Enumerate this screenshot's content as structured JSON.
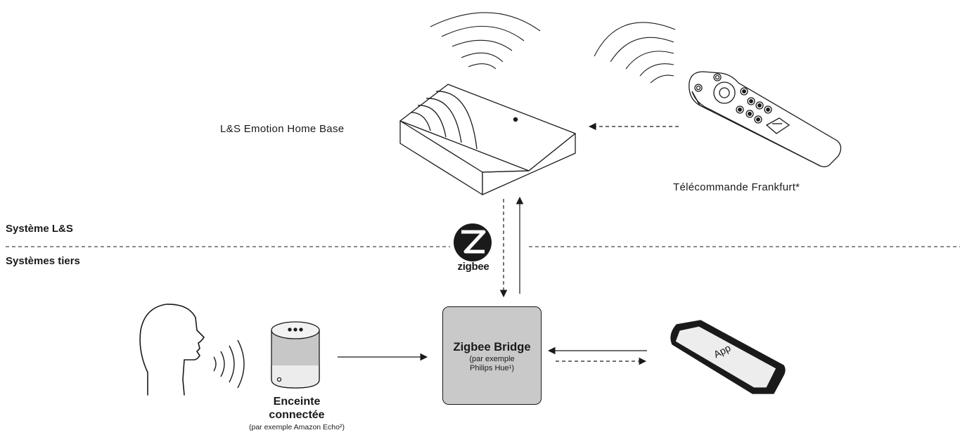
{
  "base": {
    "label": "L&S Emotion Home Base",
    "icon": "home-base-device-icon"
  },
  "remote": {
    "label": "Télécommande Frankfurt*",
    "icon": "remote-control-icon"
  },
  "sections": {
    "ls_system": "Système L&S",
    "third_party": "Systèmes tiers"
  },
  "zigbee": {
    "label": "zigbee",
    "icon": "zigbee-logo-icon"
  },
  "bridge": {
    "title": "Zigbee Bridge",
    "sub1": "(par exemple",
    "sub2": "Philips Hue¹)"
  },
  "speaker": {
    "line1": "Enceinte",
    "line2": "connectée",
    "sub": "(par exemple Amazon Echo²)",
    "icon": "smart-speaker-icon"
  },
  "person": {
    "icon": "speaking-person-icon"
  },
  "phone": {
    "app_label": "App",
    "icon": "smartphone-icon"
  },
  "colors": {
    "line": "#1a1a1a",
    "bridge_fill": "#c9c9c9",
    "speaker_fill": "#cfcfcf"
  }
}
